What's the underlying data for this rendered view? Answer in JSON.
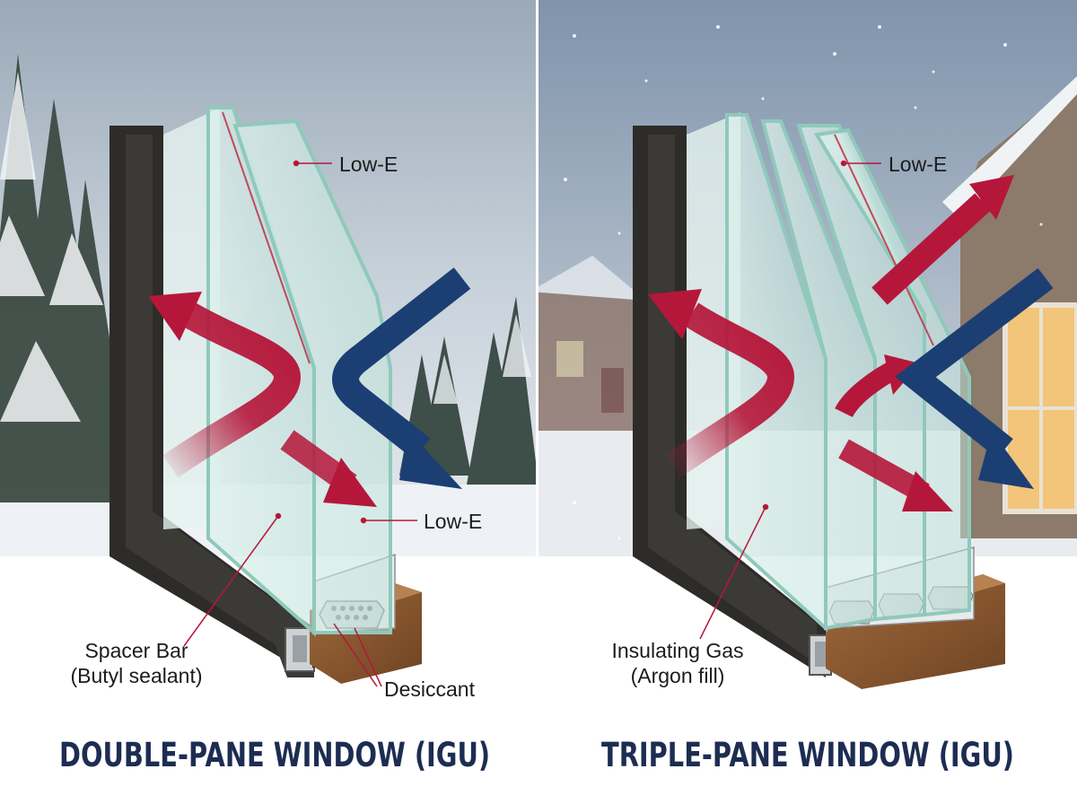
{
  "double_pane": {
    "title": "DOUBLE-PANE WINDOW (IGU)",
    "labels": {
      "low_e_top": "Low-E",
      "low_e_bottom": "Low-E",
      "spacer_line1": "Spacer Bar",
      "spacer_line2": "(Butyl sealant)",
      "desiccant": "Desiccant"
    }
  },
  "triple_pane": {
    "title": "TRIPLE-PANE WINDOW (IGU)",
    "labels": {
      "low_e_top": "Low-E",
      "gas_line1": "Insulating Gas",
      "gas_line2": "(Argon fill)"
    }
  },
  "colors": {
    "heat_arrow": "#b5173a",
    "cold_arrow": "#1b3f73",
    "frame": "#2d2c29",
    "wood": "#8a5a32",
    "glass": "#cfe8e2",
    "title": "#1d2d52"
  }
}
